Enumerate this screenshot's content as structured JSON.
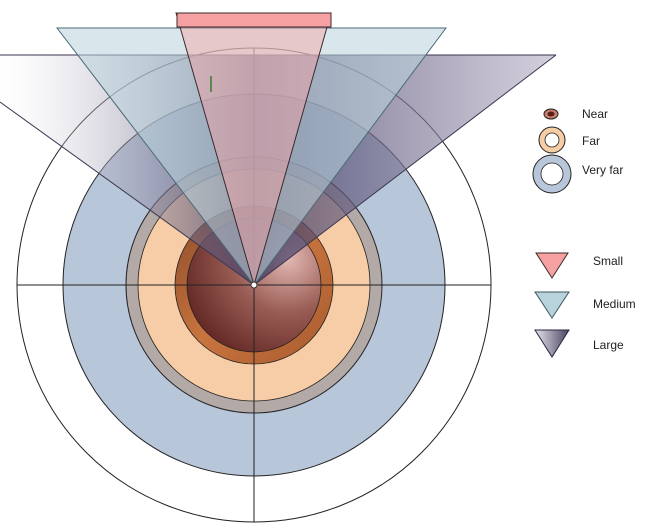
{
  "distance_legend": {
    "near": {
      "label": "Near",
      "icon": "near-ring-icon"
    },
    "far": {
      "label": "Far",
      "icon": "far-ring-icon"
    },
    "very_far": {
      "label": "Very far",
      "icon": "very-far-ring-icon"
    }
  },
  "size_legend": {
    "small": {
      "label": "Small",
      "icon": "small-triangle-icon"
    },
    "medium": {
      "label": "Medium",
      "icon": "medium-triangle-icon"
    },
    "large": {
      "label": "Large",
      "icon": "large-triangle-icon"
    }
  },
  "colors": {
    "near": "#6b2f2a",
    "near_ring": "#b5693a",
    "far": "#f6cda6",
    "far_ring": "#b3a9a6",
    "very_far": "#b8c6da",
    "small": "#f6a1a1",
    "medium": "#b9d3dd",
    "large": "#6e6884",
    "outline": "#222222"
  }
}
